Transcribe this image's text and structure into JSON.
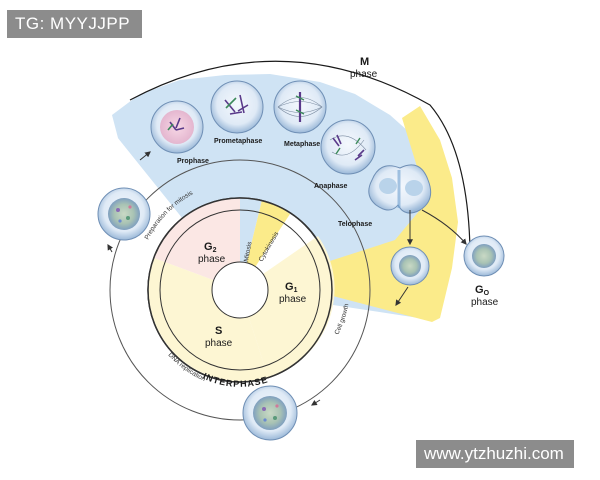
{
  "watermarks": {
    "top": "TG: MYYJJPP",
    "bottom": "www.ytzhuzhi.com"
  },
  "m_phase": {
    "letter": "M",
    "word": "phase",
    "stages": [
      "Prophase",
      "Prometaphase",
      "Metaphase",
      "Anaphase",
      "Telophase"
    ]
  },
  "g0": {
    "letter": "G",
    "sub": "O",
    "word": "phase"
  },
  "interphase": {
    "label": "INTERPHASE",
    "g1": {
      "letter": "G",
      "sub": "1",
      "word": "phase"
    },
    "g2": {
      "letter": "G",
      "sub": "2",
      "word": "phase"
    },
    "s": {
      "letter": "S",
      "word": "phase"
    },
    "mitosis": "Mitosis",
    "cytokinesis": "Cytokinesis"
  },
  "arc_labels": {
    "prep": "Preparation for mitosis",
    "dna": "DNA replication",
    "growth": "Cell growth"
  },
  "colors": {
    "m_band": "#cfe3f4",
    "cytokinesis_band": "#fbeb8a",
    "g2_sector": "#fbe7e4",
    "s_sector": "#fdf6d3",
    "g1_sector": "#fdf6d3"
  }
}
